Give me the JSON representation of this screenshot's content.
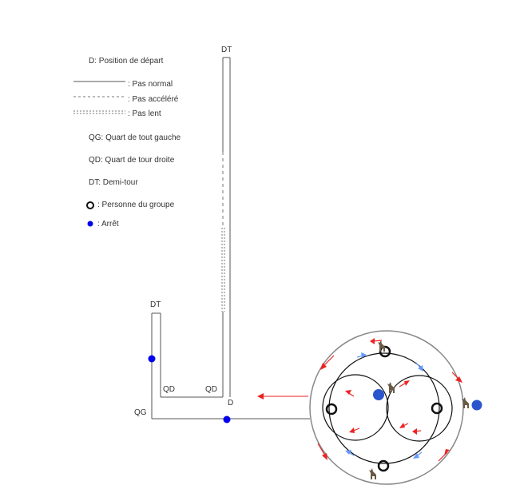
{
  "legend": {
    "start": "D: Position de départ",
    "normal": ": Pas normal",
    "fast": ": Pas accéléré",
    "slow": ": Pas lent",
    "qg": "QG: Quart de tout gauche",
    "qd": "QD: Quart de tour droite",
    "dt": "DT: Demi-tour",
    "person": ": Personne du groupe",
    "stop": ": Arrêt"
  },
  "labels": {
    "dt_top": "DT",
    "dt_left": "DT",
    "qd_left": "QD",
    "qd_right": "QD",
    "d": "D",
    "qg": "QG"
  },
  "colors": {
    "path": "#555555",
    "stop": "#0000ee",
    "arrow_red": "#ee2222",
    "arrow_blue": "#6699ff",
    "person": "#111111"
  },
  "icons": {
    "dog": "dog-icon"
  }
}
